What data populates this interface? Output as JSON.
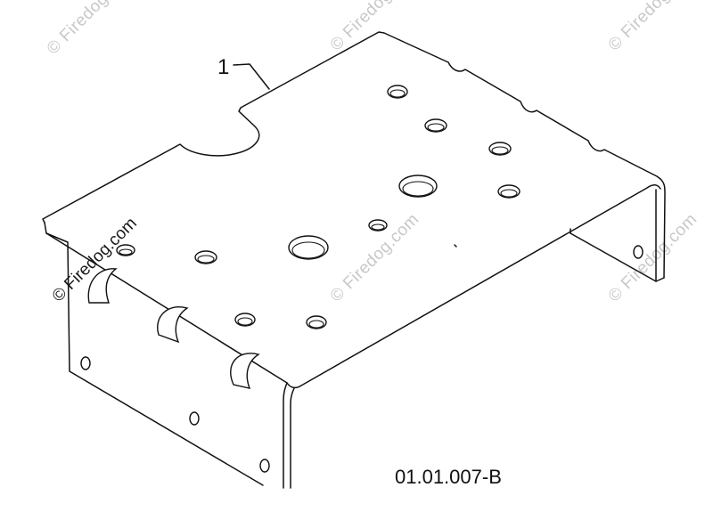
{
  "diagram": {
    "callout_number": "1",
    "part_code": "01.01.007-B",
    "watermark_text": "© Firedog.com",
    "line_color": "#111111",
    "watermark_color": "#c8c8c8",
    "background_color": "#ffffff"
  }
}
